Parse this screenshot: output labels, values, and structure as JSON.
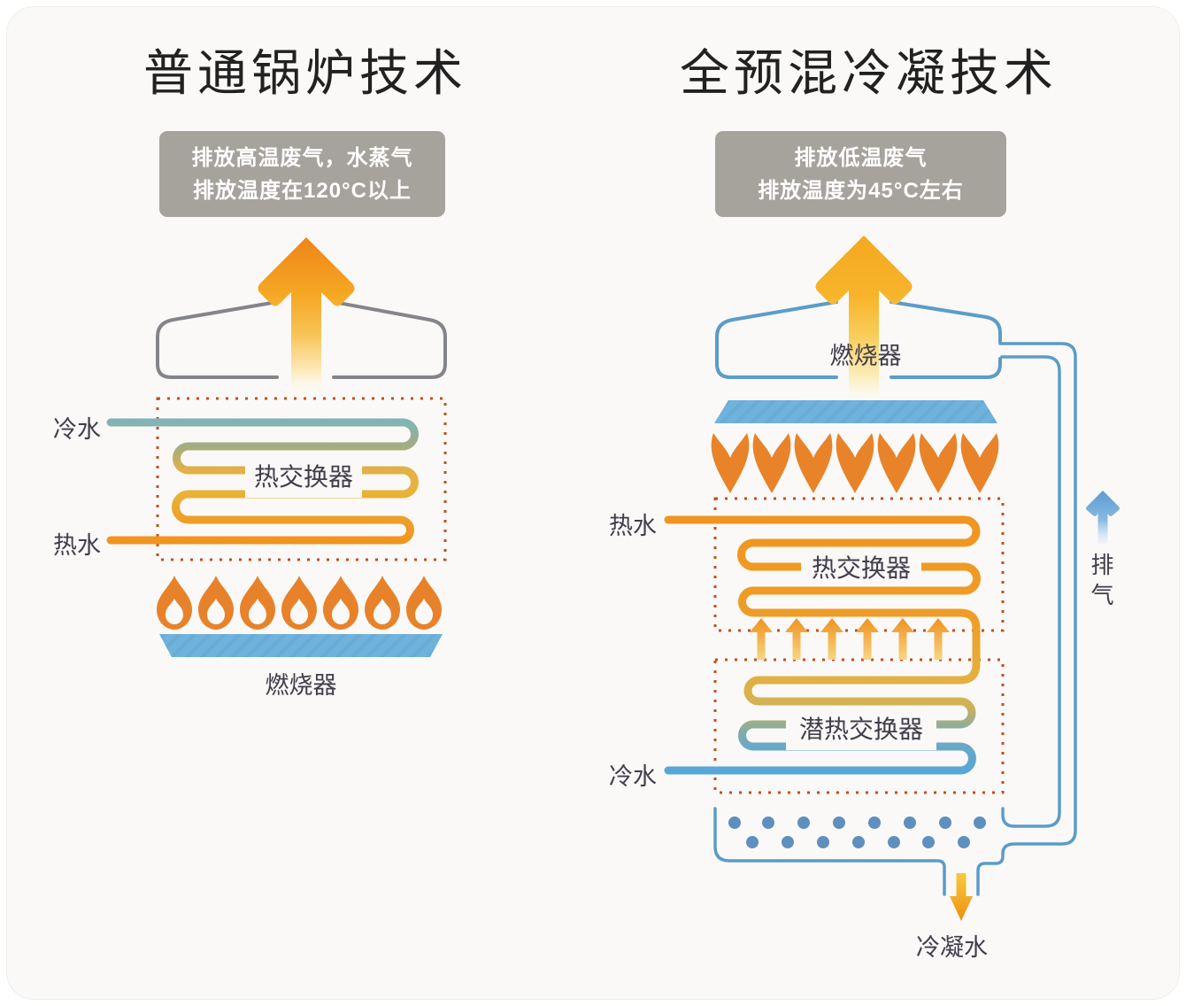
{
  "left": {
    "title": "普通锅炉技术",
    "note_line1": "排放高温废气，水蒸气",
    "note_line2": "排放温度在120°C以上",
    "cold_water": "冷水",
    "hot_water": "热水",
    "heat_exchanger": "热交换器",
    "burner": "燃烧器"
  },
  "right": {
    "title": "全预混冷凝技术",
    "note_line1": "排放低温废气",
    "note_line2": "排放温度为45°C左右",
    "burner": "燃烧器",
    "hot_water": "热水",
    "heat_exchanger": "热交换器",
    "cold_water": "冷水",
    "latent_heat_exchanger": "潜热交换器",
    "exhaust": "排气",
    "condensate": "冷凝水"
  },
  "colors": {
    "background": "#faf9f7",
    "note_box_gray": "#a6a39c",
    "text_dark": "#413d4b",
    "accent_orange": "#f09123",
    "flame_orange": "#e8822a",
    "coil_teal": "#7eb5bc",
    "coil_yellow": "#e7b23e",
    "pipe_blue": "#5b9cc9",
    "plate_blue": "#6fb3dd",
    "water_dot_blue": "#5f8fbe",
    "dotted_border": "#c44f1f",
    "hood_gray": "#84858b",
    "exhaust_arrow_blue": "#5b9ad3"
  }
}
